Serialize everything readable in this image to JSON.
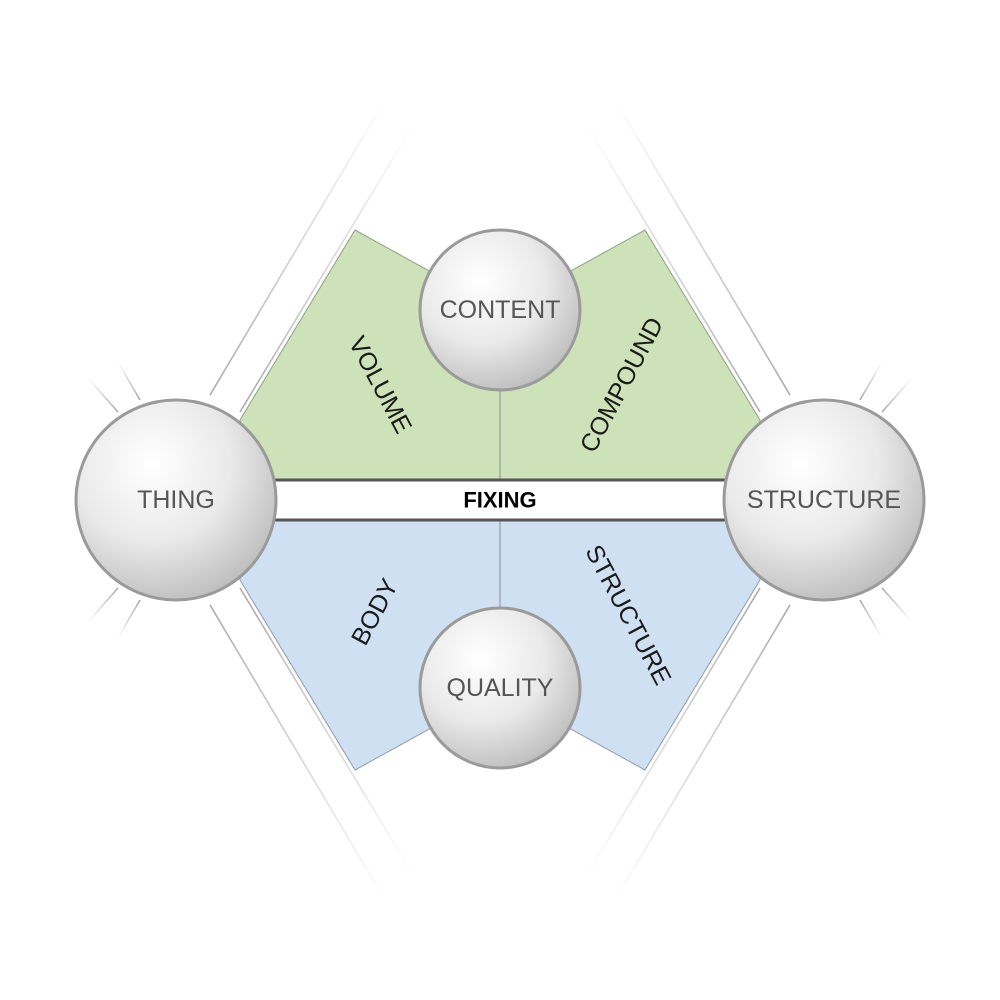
{
  "colors": {
    "green_fill": "#cde2b9",
    "blue_fill": "#cfe0f3",
    "node_stroke": "#9a9a9a",
    "line_gray": "#b8b8b8",
    "band_stroke": "#555555"
  },
  "nodes": {
    "top": "CONTENT",
    "bottom": "QUALITY",
    "left": "THING",
    "right": "STRUCTURE"
  },
  "band": {
    "label": "FIXING"
  },
  "wings": {
    "upper_left": "VOLUME",
    "upper_right": "COMPOUND",
    "lower_left": "BODY",
    "lower_right": "STRUCTURE"
  }
}
